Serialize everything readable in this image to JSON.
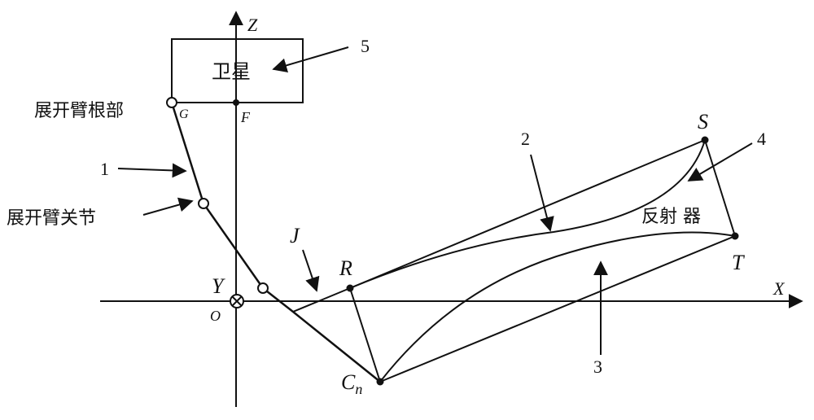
{
  "satellite": {
    "label": "卫星",
    "number": "5"
  },
  "axes": {
    "x": "X",
    "z": "Z",
    "y": "Y",
    "origin": "O"
  },
  "points": {
    "G": "G",
    "F": "F",
    "S": "S",
    "T": "T",
    "R": "R",
    "J": "J",
    "Cn_main": "C",
    "Cn_sub": "n"
  },
  "labels": {
    "root": "展开臂根部",
    "joint": "展开臂关节",
    "reflector": "反射 器",
    "n1": "1",
    "n2": "2",
    "n3": "3",
    "n4": "4"
  },
  "colors": {
    "line": "#111111",
    "background": "#ffffff"
  }
}
